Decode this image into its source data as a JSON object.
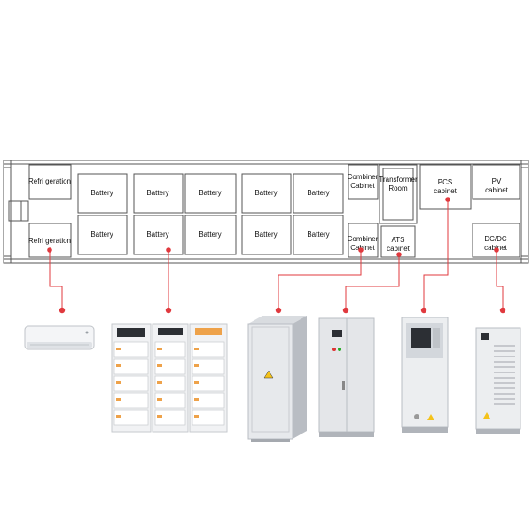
{
  "container": {
    "refrigeration_top": "Refri geration",
    "refrigeration_bottom": "Refri geration",
    "battery_label": "Battery",
    "battery_racks_top": [
      "Battery",
      "Battery",
      "Battery",
      "Battery",
      "Battery"
    ],
    "battery_racks_bottom": [
      "Battery",
      "Battery",
      "Battery",
      "Battery",
      "Battery"
    ],
    "combiner_top": [
      "Combiner",
      "Cabinet"
    ],
    "combiner_bottom": [
      "Combiner",
      "Cabinet"
    ],
    "transformer": [
      "Transformer",
      "Room"
    ],
    "ats": [
      "ATS",
      "cabinet"
    ],
    "pcs": [
      "PCS",
      "cabinet"
    ],
    "pv": [
      "PV",
      "cabinet"
    ],
    "dcdc": [
      "DC/DC",
      "cabinet"
    ]
  },
  "colors": {
    "outline": "#555555",
    "leader": "#e0393e",
    "dot": "#e0393e",
    "equipment_body": "#e9ebee",
    "equipment_shadow": "#c9ccd1"
  },
  "equipment_icons": [
    "air-conditioner-icon",
    "battery-rack-icon",
    "combiner-cabinet-icon",
    "ats-cabinet-icon",
    "pcs-cabinet-icon",
    "dcdc-cabinet-icon"
  ]
}
